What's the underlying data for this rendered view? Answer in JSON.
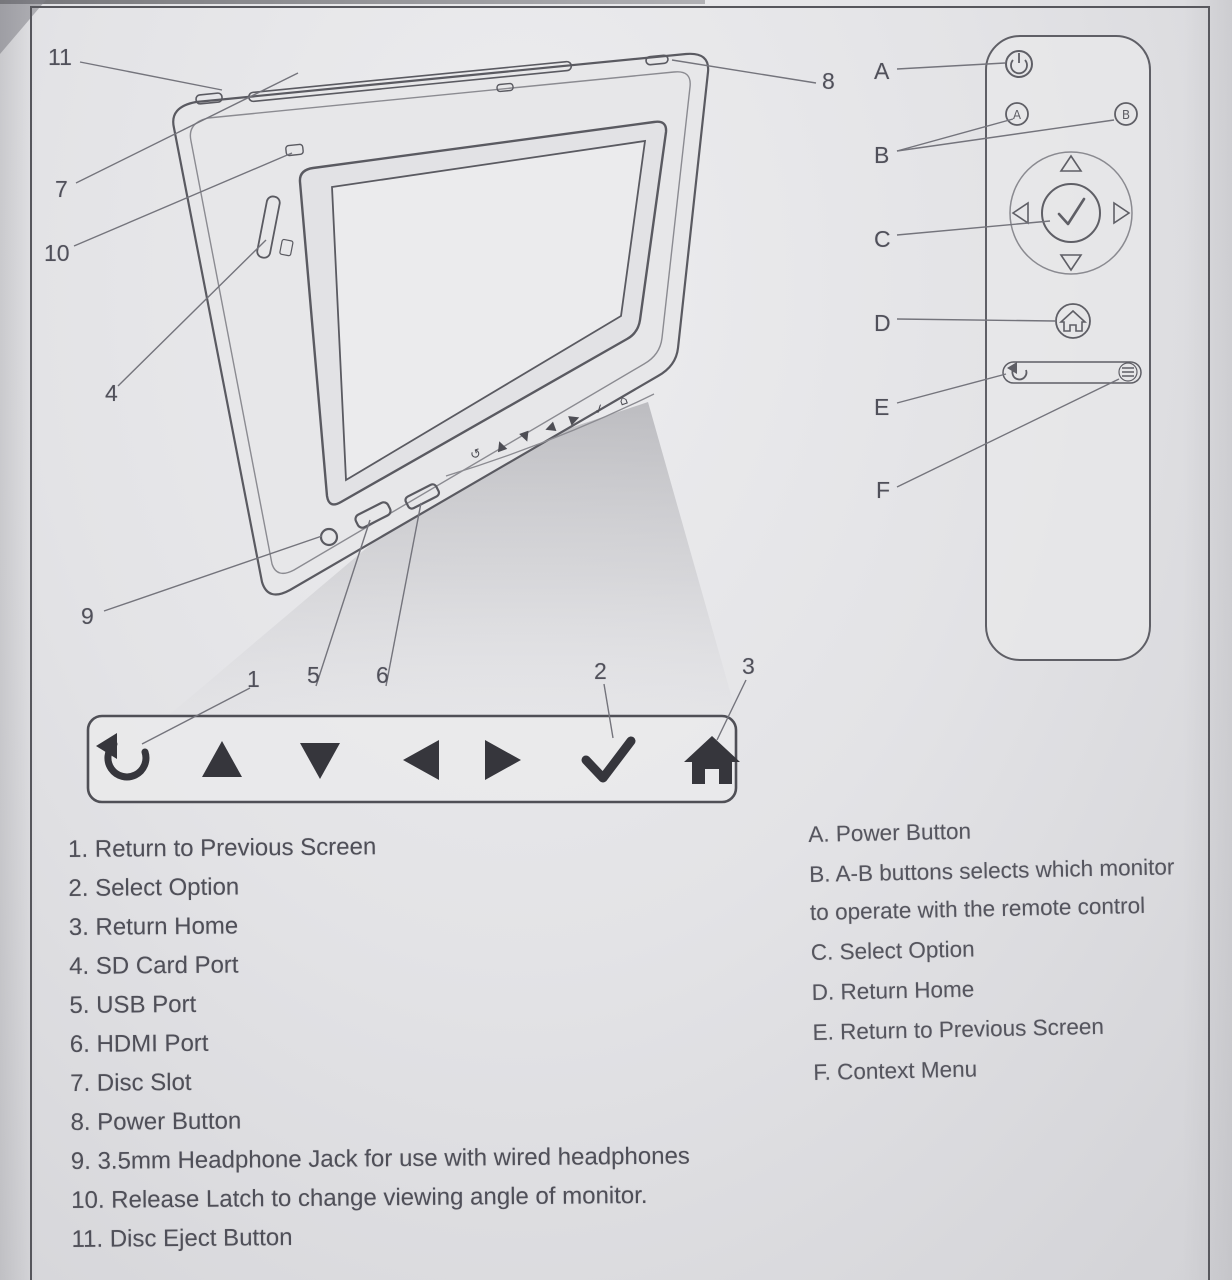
{
  "colors": {
    "paper": "#e6e6e8",
    "ink": "#4b4b53",
    "line_art": "#5a5a61",
    "icon_fill": "#36363c"
  },
  "callouts": {
    "monitor": {
      "n1": "1",
      "n2": "2",
      "n3": "3",
      "n4": "4",
      "n5": "5",
      "n6": "6",
      "n7": "7",
      "n8": "8",
      "n9": "9",
      "n10": "10",
      "n11": "11"
    },
    "remote": {
      "a": "A",
      "b": "B",
      "c": "C",
      "d": "D",
      "e": "E",
      "f": "F"
    }
  },
  "device_icon_strip": "↺ ▲ ▼ ◀ ▶ ✓ ⌂",
  "remote": {
    "button_a": "A",
    "button_b": "B"
  },
  "control_bar": {
    "icons": [
      "return-icon",
      "up-arrow-icon",
      "down-arrow-icon",
      "left-arrow-icon",
      "right-arrow-icon",
      "check-icon",
      "home-icon"
    ]
  },
  "legend_numbers": {
    "items": [
      "1. Return to Previous Screen",
      "2. Select Option",
      "3. Return Home",
      "4. SD Card Port",
      "5. USB Port",
      "6. HDMI Port",
      "7. Disc Slot",
      "8. Power Button",
      "9. 3.5mm Headphone Jack for use with wired headphones",
      "10. Release Latch to change viewing angle of monitor.",
      "11. Disc Eject Button"
    ]
  },
  "legend_letters": {
    "items": [
      "A. Power Button",
      "B. A-B buttons selects which monitor to operate with the remote control",
      "C. Select Option",
      "D. Return Home",
      "E. Return to Previous Screen",
      "F. Context Menu"
    ]
  }
}
